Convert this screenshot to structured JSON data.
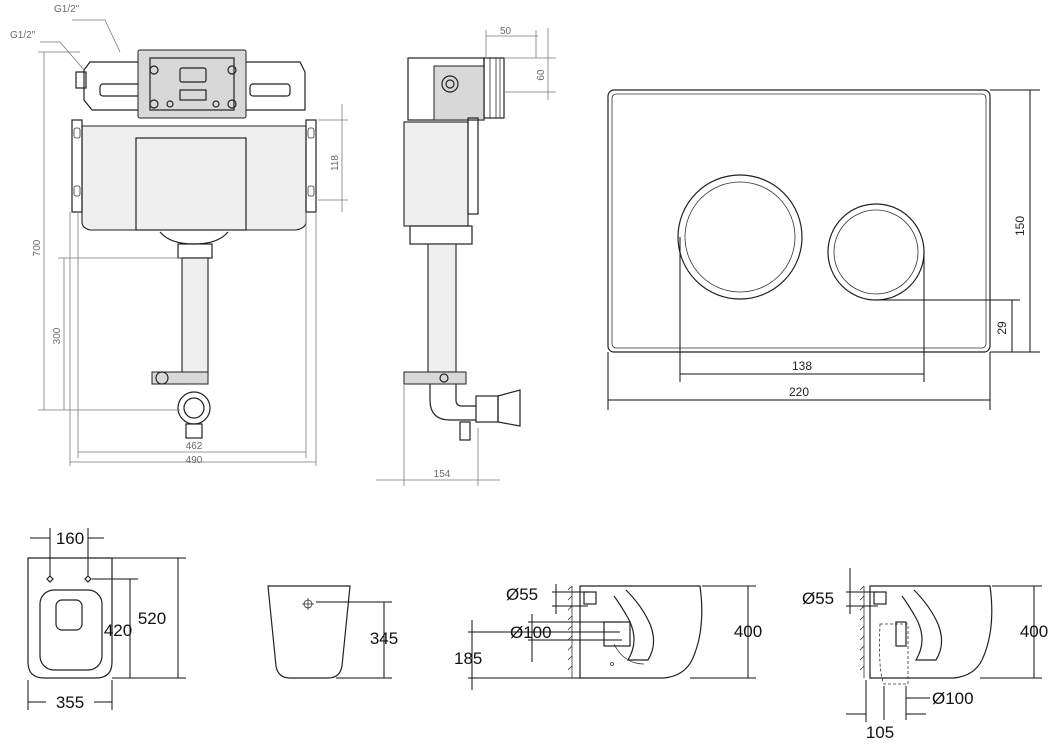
{
  "frame_side": {
    "label_g1_top": "G1/2\"",
    "label_g1_left": "G1/2\"",
    "dim_height_total": "700",
    "dim_height_lower": "300",
    "dim_bracket": "118",
    "dim_width_inner": "462",
    "dim_width_outer": "490"
  },
  "frame_profile": {
    "dim_top_width": "50",
    "dim_top_height": "60",
    "dim_depth": "154"
  },
  "flush_plate": {
    "dim_height": "150",
    "dim_button_offset": "29",
    "dim_button_span": "138",
    "dim_width": "220"
  },
  "toilet_top": {
    "dim_mount_width": "160",
    "dim_depth": "520",
    "dim_mount_height": "420",
    "dim_width": "355"
  },
  "toilet_front": {
    "dim_height": "345"
  },
  "toilet_side_a": {
    "dim_inlet_dia": "Ø55",
    "dim_outlet_dia": "Ø100",
    "dim_outlet_height": "185",
    "dim_height": "400"
  },
  "toilet_side_b": {
    "dim_inlet_dia": "Ø55",
    "dim_height": "400",
    "dim_outlet_dia": "Ø100",
    "dim_outlet_offset": "105"
  }
}
